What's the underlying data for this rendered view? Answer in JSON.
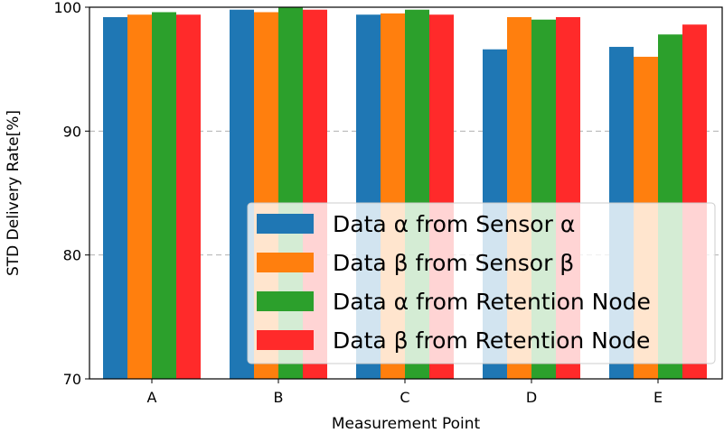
{
  "chart_data": {
    "type": "bar",
    "xlabel": "Measurement Point",
    "ylabel": "STD Delivery Rate[%]",
    "categories": [
      "A",
      "B",
      "C",
      "D",
      "E"
    ],
    "ylim": [
      70,
      100
    ],
    "yticks": [
      70,
      80,
      90,
      100
    ],
    "grid": "horizontal dashed",
    "legend_position": "lower-right",
    "series": [
      {
        "name": "Data α from Sensor α",
        "color": "#1f77b4",
        "values": [
          99.2,
          99.8,
          99.4,
          96.6,
          96.8
        ]
      },
      {
        "name": "Data β from Sensor β",
        "color": "#ff7f0e",
        "values": [
          99.4,
          99.6,
          99.5,
          99.2,
          96.0
        ]
      },
      {
        "name": "Data α from Retention Node",
        "color": "#2ca02c",
        "values": [
          99.6,
          100.0,
          99.8,
          99.0,
          97.8
        ]
      },
      {
        "name": "Data β from Retention Node",
        "color": "#ff2a2a",
        "values": [
          99.4,
          99.8,
          99.4,
          99.2,
          98.6
        ]
      }
    ]
  }
}
